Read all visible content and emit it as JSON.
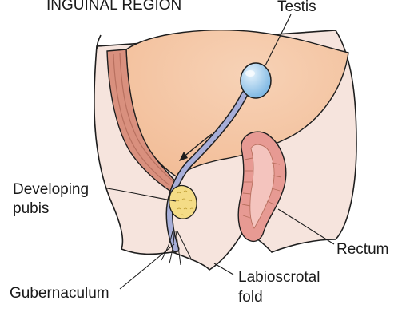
{
  "figure": {
    "title": "INGUINAL REGION",
    "colors": {
      "body_fill": "#f6e4dd",
      "outline": "#1e1e1e",
      "abdominal_cavity": "#f2bc96",
      "abdominal_cavity_highlight": "#f7d2b6",
      "muscle": "#d9907e",
      "muscle_dark": "#b8705f",
      "gubernaculum": "#a7aed8",
      "testis": "#8ec2e8",
      "testis_highlight": "#d9ecfa",
      "pubis": "#f4dc86",
      "rectum": "#e79a93",
      "rectum_lining": "#f4c4be"
    },
    "labels": {
      "testis": "Testis",
      "developing_pubis_line1": "Developing",
      "developing_pubis_line2": "pubis",
      "rectum": "Rectum",
      "gubernaculum": "Gubernaculum",
      "labioscrotal_line1": "Labioscrotal",
      "labioscrotal_line2": "fold"
    }
  }
}
